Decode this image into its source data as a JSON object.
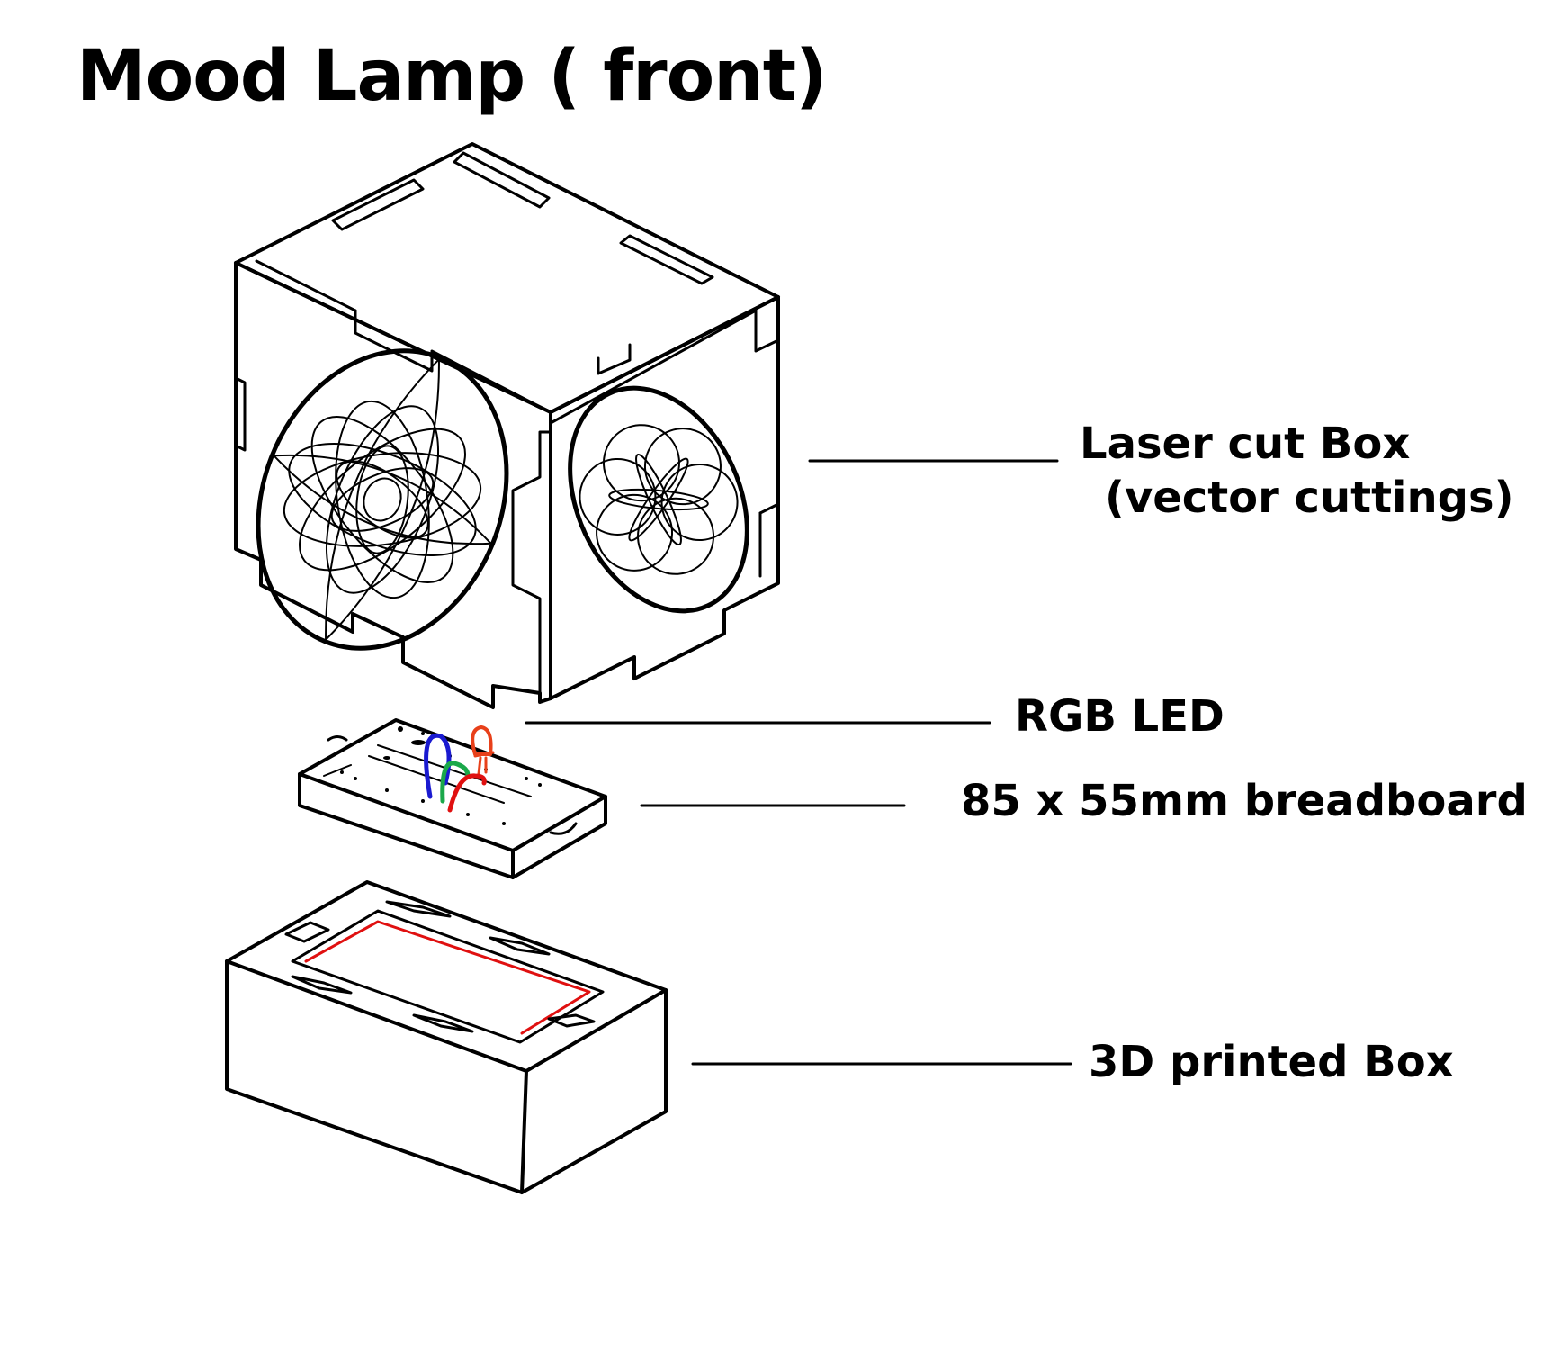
{
  "title": "Mood Lamp ( front)",
  "labels": {
    "laser_line1": "Laser cut Box",
    "laser_line2": "(vector cuttings)",
    "rgb_led": "RGB LED",
    "breadboard": "85 x 55mm breadboard",
    "printed_box": "3D printed Box"
  },
  "colors": {
    "stroke": "#000000",
    "led_red": "#e8401a",
    "wire_blue": "#1a1ad0",
    "wire_green": "#1aa84a",
    "wire_red": "#e01010",
    "tray_outline": "#e01010"
  }
}
